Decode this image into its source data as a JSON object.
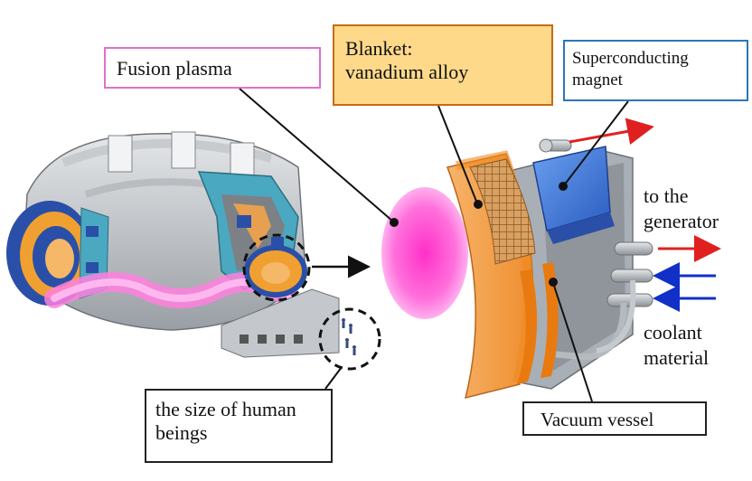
{
  "labels": {
    "fusion_plasma": "Fusion plasma",
    "blanket_line1": "Blanket:",
    "blanket_line2": "vanadium alloy",
    "magnet_line1": "Superconducting",
    "magnet_line2": "magnet",
    "human_line1": "the size of human",
    "human_line2": "beings",
    "vacuum_vessel": "Vacuum vessel",
    "generator_line1": "to the",
    "generator_line2": "generator",
    "coolant_line1": "coolant",
    "coolant_line2": "material"
  },
  "colors": {
    "plasma": "#ff6ad5",
    "plasma_box_border": "#e070c8",
    "blanket_fill": "#f5a75a",
    "blanket_box_fill": "#ffd98a",
    "magnet": "#3a78d8",
    "magnet_box_border": "#2f74b8",
    "vessel_grey": "#a9afb6",
    "cyan_coil": "#4aa8c0",
    "outflow_arrow": "#e02020",
    "inflow_arrow": "#1030c8"
  }
}
